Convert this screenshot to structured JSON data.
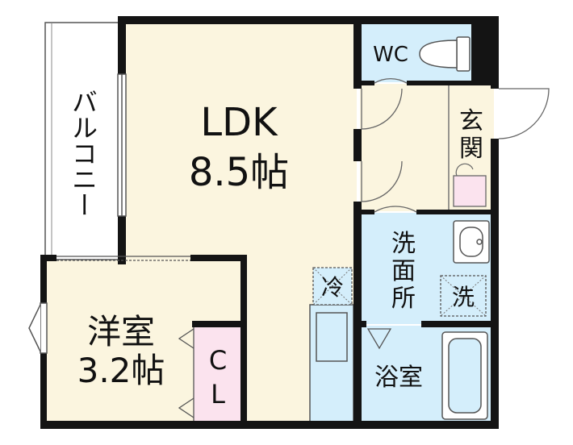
{
  "rooms": {
    "ldk": {
      "name": "LDK",
      "size": "8.5帖"
    },
    "western": {
      "name": "洋室",
      "size": "3.2帖"
    },
    "closet": {
      "top": "C",
      "bottom": "L"
    },
    "wc": {
      "name": "WC"
    },
    "entrance": {
      "char1": "玄",
      "char2": "関"
    },
    "balcony": {
      "text": "バルコニー"
    },
    "washroom": {
      "char1": "洗",
      "char2": "面",
      "char3": "所"
    },
    "bath": {
      "name": "浴室"
    }
  },
  "appliances": {
    "fridge": "冷",
    "washer": "洗"
  },
  "colors": {
    "wall": "#141414",
    "ldk_floor": "#fbf5df",
    "western_floor": "#fbf5df",
    "wet_area": "#d4eefb",
    "entrance_floor": "#fbf5df",
    "closet_floor": "#fbe3ee",
    "shoe_box": "#fbe3ee"
  }
}
